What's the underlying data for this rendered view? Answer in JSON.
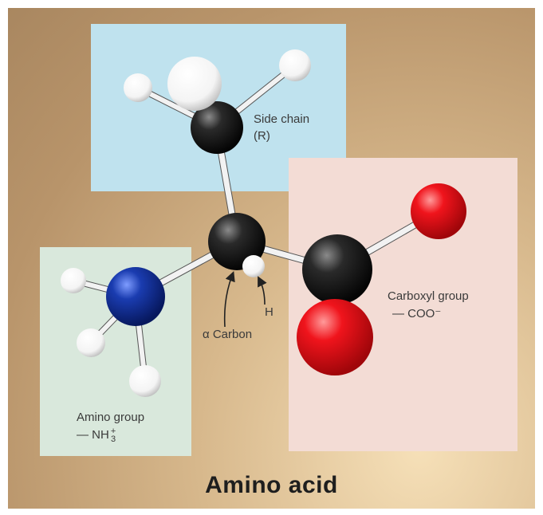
{
  "diagram": {
    "title": "Amino acid",
    "labels": {
      "side_chain_line1": "Side chain",
      "side_chain_line2": "(R)",
      "carboxyl_line1": "Carboxyl group",
      "carboxyl_line2": "— COO⁻",
      "amino_line1": "Amino group",
      "amino_line2_prefix": "— NH",
      "amino_line2_sub": "3",
      "amino_line2_sup": "+",
      "alpha_carbon": "α Carbon",
      "hydrogen": "H"
    },
    "colors": {
      "side_chain_box": "#bfe2ee",
      "carboxyl_box": "#f3dcd5",
      "amino_box": "#d9e8dc",
      "carbon_atom": "#111111",
      "oxygen_atom": "#e8111a",
      "nitrogen_atom": "#1436a8",
      "hydrogen_atom": "#ffffff"
    }
  }
}
